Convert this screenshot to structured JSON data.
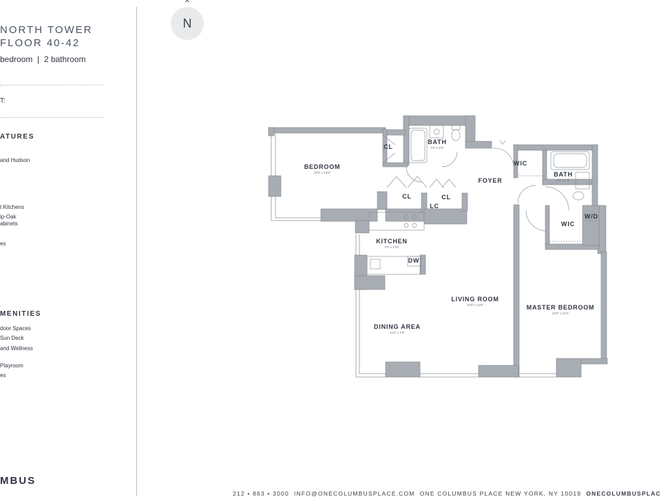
{
  "sidebar": {
    "tower": "NORTH TOWER",
    "floor": "FLOOR 40-42",
    "units": "bedroom  |  2 bathroom",
    "interior_label": "T:",
    "features_heading": "ATURES",
    "features": [
      "and Hudson",
      "t Kitchens",
      "ip-Oak",
      "abinets",
      "es"
    ],
    "amenities_heading": "MENITIES",
    "amenities": [
      "door Spaces",
      "Sun Deck",
      "and Wellness",
      "Playroom",
      "es"
    ],
    "brand": "MBUS"
  },
  "compass": {
    "letter": "N"
  },
  "plan": {
    "rooms": {
      "bedroom": {
        "name": "BEDROOM",
        "dim": "13'8\" x 10'8\""
      },
      "bath1": {
        "name": "BATH",
        "dim": "7'8\" x 5'3\""
      },
      "cl1": "CL",
      "cl2": "CL",
      "cl3": "CL",
      "lc": "LC",
      "foyer": "FOYER",
      "wic1": "WIC",
      "bath2": {
        "name": "BATH",
        "dim": "5'4\" x 7'8\""
      },
      "wic2": "WIC",
      "wd": "W/D",
      "kitchen": {
        "name": "KITCHEN",
        "dim": "7'8\" x 7'10\""
      },
      "dw": "DW",
      "living": {
        "name": "LIVING ROOM",
        "dim": "10'0\" x 11'8\""
      },
      "dining": {
        "name": "DINING AREA",
        "dim": "12'2\" x 7'8\""
      },
      "master": {
        "name": "MASTER BEDROOM",
        "dim": "15'5\" x 11'0\""
      }
    }
  },
  "footer": {
    "phone": "212 • 863 • 3000",
    "email": "INFO@ONECOLUMBUSPLACE.COM",
    "address": "ONE COLUMBUS PLACE  NEW YORK, NY 10019",
    "site": "ONECOLUMBUSPLACE.COM"
  },
  "colors": {
    "wall": "#a8adb3",
    "line": "#8f959c",
    "text": "#2f3540"
  }
}
